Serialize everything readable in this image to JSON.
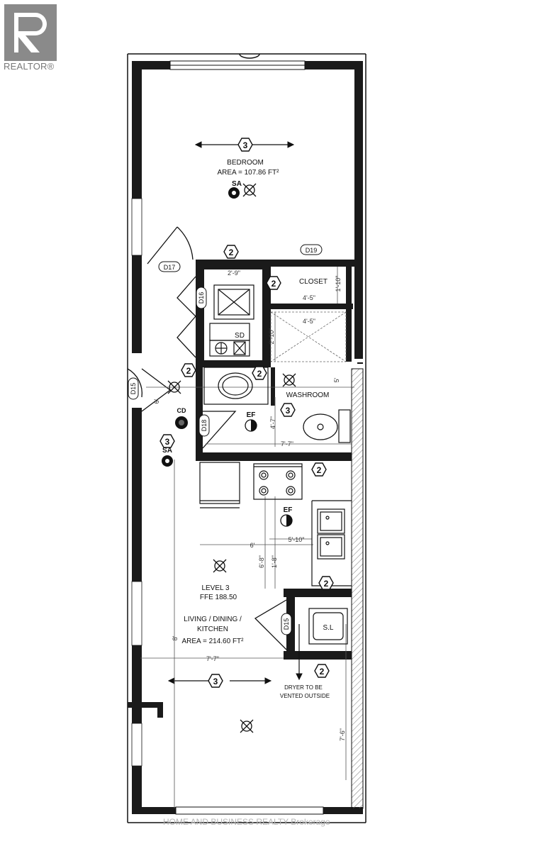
{
  "brand": {
    "name": "REALTOR",
    "reg": "®"
  },
  "watermark": "HOME AND BUSINESS REALTY Brokerage",
  "rooms": {
    "bedroom": {
      "name": "BEDROOM",
      "area": "AREA = 107.86 FT²"
    },
    "closet": {
      "name": "CLOSET"
    },
    "washroom": {
      "name": "WASHROOM"
    },
    "living": {
      "level": "LEVEL 3",
      "ffe": "FFE 188.50",
      "name_line1": "LIVING / DINING /",
      "name_line2": "KITCHEN",
      "area": "AREA = 214.60 FT²"
    }
  },
  "tags": {
    "sa": "SA",
    "ef": "EF",
    "sd": "SD",
    "cd": "CD",
    "sl": "S.L",
    "two": "2",
    "three": "3"
  },
  "doors": {
    "d15": "D15",
    "d16": "D16",
    "d17": "D17",
    "d18": "D18",
    "d19": "D19"
  },
  "dimensions": {
    "d1": "2'-9\"",
    "d2": "4'-5\"",
    "d3": "4'-5\"",
    "d4": "1'-10\"",
    "d5": "2'-10\"",
    "d6": "4'-7\"",
    "d7": "7'-7\"",
    "d8": "5'-10\"",
    "d9": "6'",
    "d10": "6'-8\"",
    "d11": "1'-8\"",
    "d12": "7'-7\"",
    "d13": "7'-6\"",
    "d14": "5'",
    "d15": "8'",
    "d16": "6'"
  },
  "notes": {
    "dryer_line1": "DRYER TO BE",
    "dryer_line2": "VENTED OUTSIDE"
  }
}
